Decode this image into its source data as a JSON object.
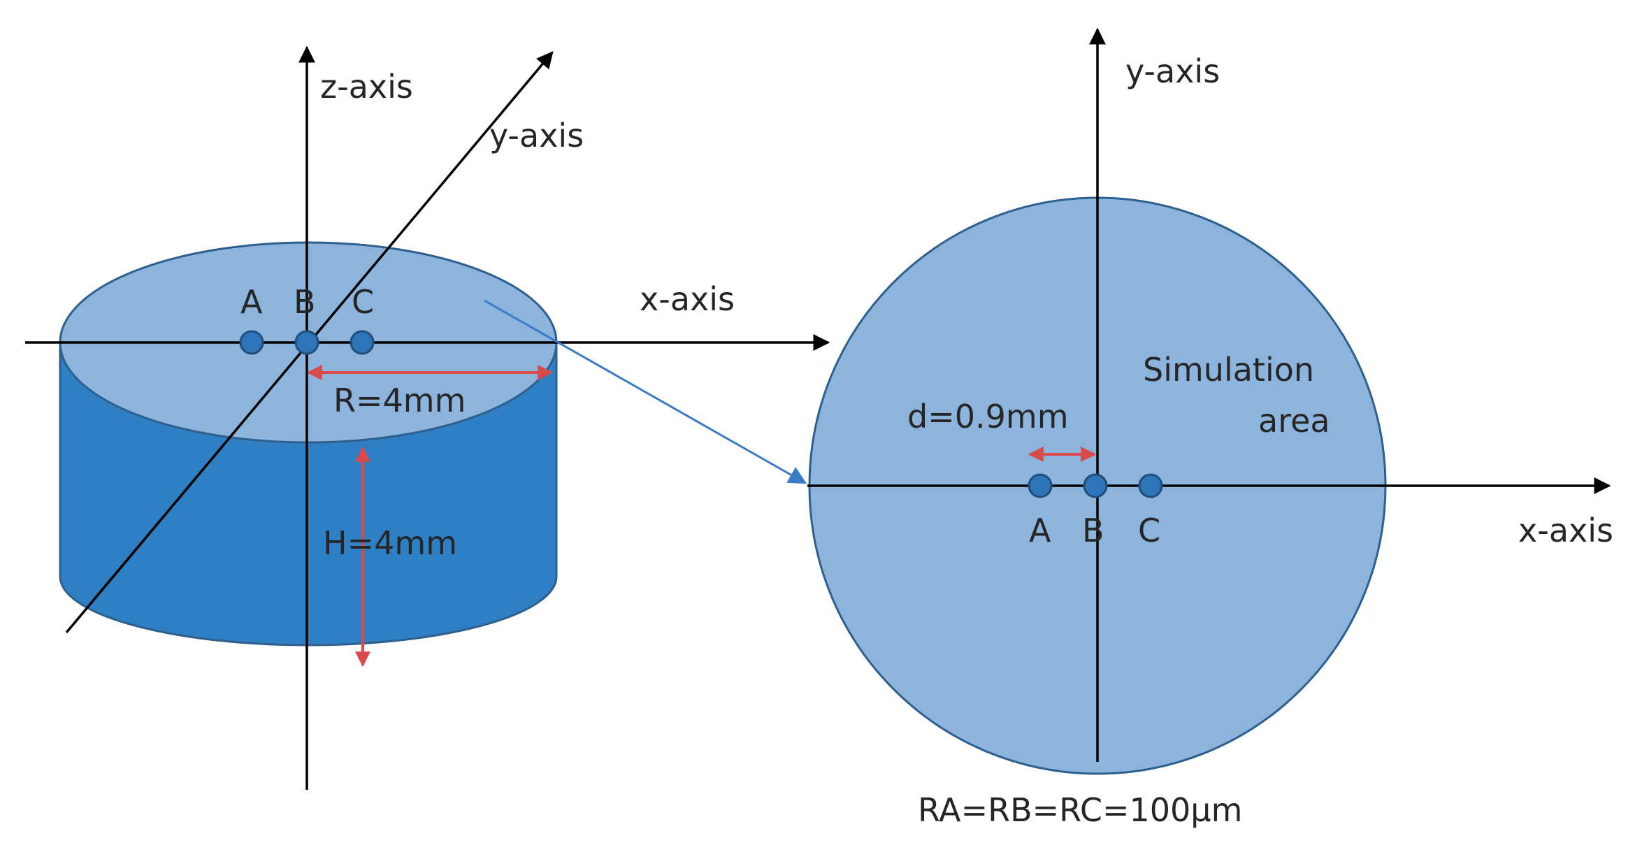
{
  "left_view": {
    "z_axis_label": "z-axis",
    "y_axis_label": "y-axis",
    "x_axis_label": "x-axis",
    "points": [
      "A",
      "B",
      "C"
    ],
    "radius_label": "R=4mm",
    "height_label": "H=4mm"
  },
  "right_view": {
    "y_axis_label": "y-axis",
    "x_axis_label": "x-axis",
    "points": [
      "A",
      "B",
      "C"
    ],
    "spacing_label": "d=0.9mm",
    "region_label_line1": "Simulation",
    "region_label_line2": "area"
  },
  "footnote": "RA=RB=RC=100μm",
  "colors": {
    "top_face": "#8DB4DC",
    "side_face": "#2F7FC4",
    "outline": "#2D5F8F",
    "circle_fill": "#8DB4DC",
    "point_fill": "#2D74B8",
    "dimension_arrow": "#D94A4A",
    "zoom_connector": "#3A7BC8",
    "axis": "#000000"
  }
}
